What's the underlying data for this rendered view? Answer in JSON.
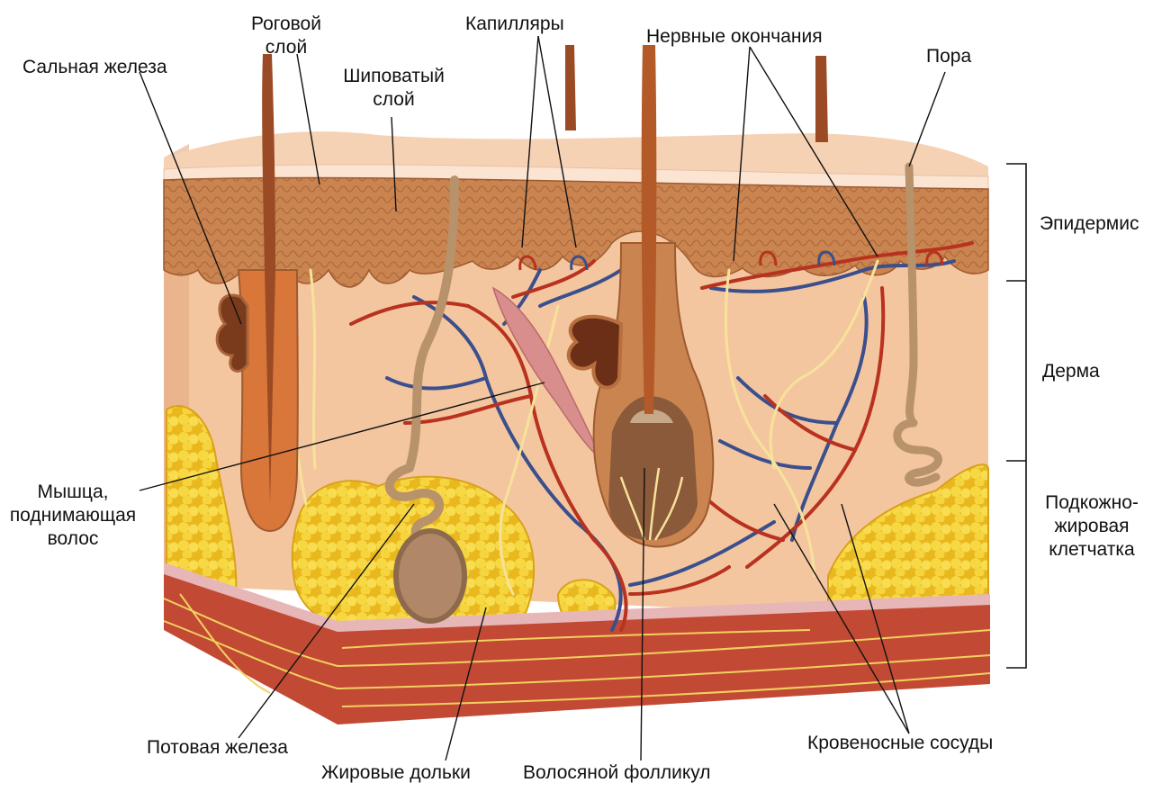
{
  "labels": {
    "sebaceous_gland": "Сальная железа",
    "stratum_corneum": [
      "Роговой",
      "слой"
    ],
    "stratum_spinosum": [
      "Шиповатый",
      "слой"
    ],
    "capillaries": "Капилляры",
    "nerve_endings": "Нервные окончания",
    "pore": "Пора",
    "epidermis": "Эпидермис",
    "dermis": "Дерма",
    "hypodermis": [
      "Подкожно-",
      "жировая",
      "клетчатка"
    ],
    "arrector_muscle": [
      "Мышца,",
      "поднимающая",
      "волос"
    ],
    "sweat_gland": "Потовая железа",
    "fat_lobules": "Жировые дольки",
    "hair_follicle": "Волосяной фолликул",
    "blood_vessels": "Кровеносные сосуды"
  },
  "colors": {
    "epidermis": "#c27a44",
    "dermis": "#f2c29a",
    "fat": "#f3d23a",
    "muscle": "#b5432f",
    "artery": "#b8321f",
    "vein": "#3b4f8c",
    "nerve": "#f7e29a",
    "hair": "#9a4a24"
  }
}
